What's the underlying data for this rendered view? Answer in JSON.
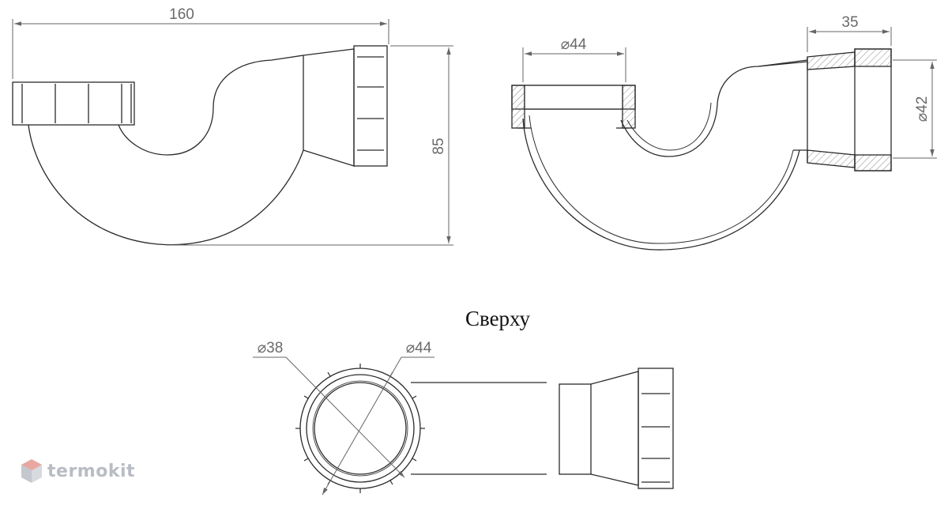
{
  "diagram": {
    "side_view": {
      "length_label": "160",
      "height_label": "85"
    },
    "section_view": {
      "inlet_diameter_label": "⌀44",
      "outlet_length_label": "35",
      "outlet_diameter_label": "⌀42"
    },
    "top_view": {
      "title": "Сверху",
      "inner_diameter_label": "⌀38",
      "outer_diameter_label": "⌀44"
    }
  },
  "brand": {
    "name": "termokit",
    "icon": "hexagon-cube-icon",
    "color": "#b9bcc3",
    "accent_color": "#e8a7a1"
  },
  "colors": {
    "line": "#2b2b2b",
    "dimension": "#6a6a6a",
    "hatch": "#888888"
  }
}
